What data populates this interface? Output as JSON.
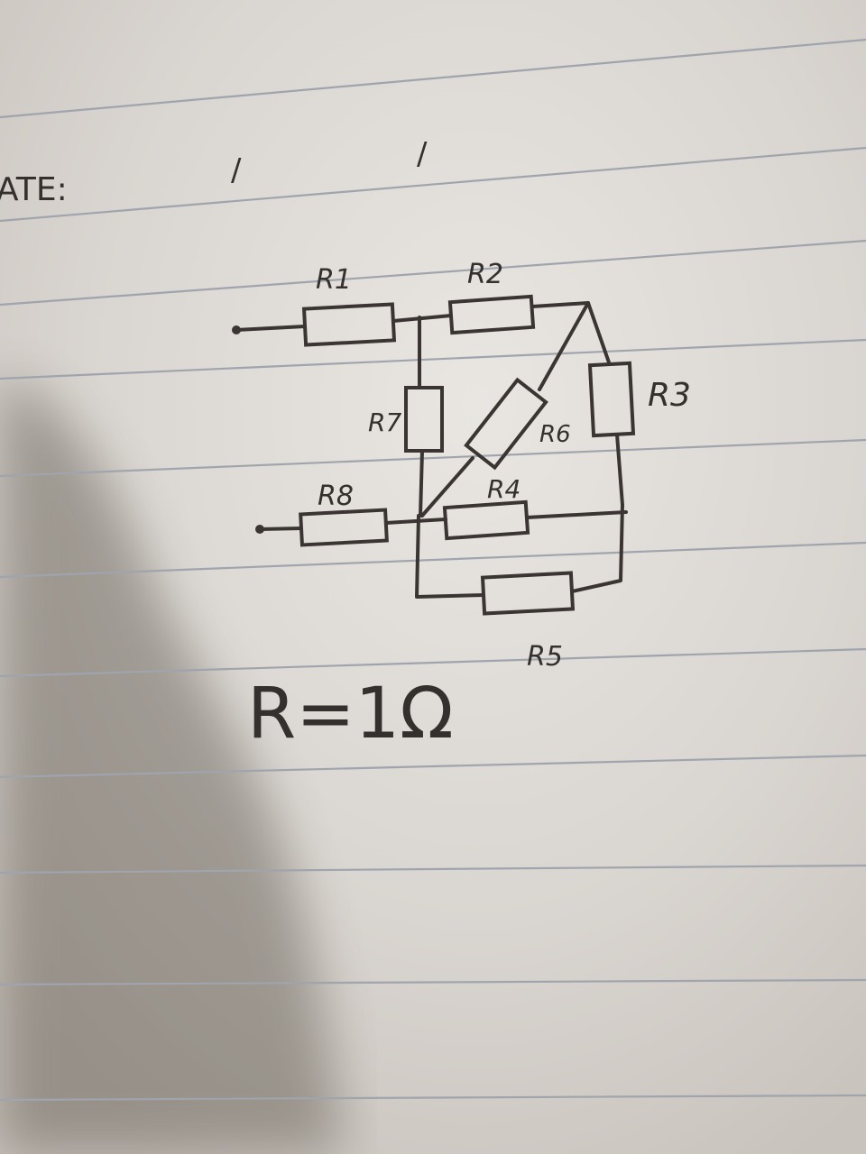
{
  "header": {
    "date_label": "ATE:",
    "date_separators": [
      "/",
      "/"
    ]
  },
  "circuit": {
    "resistors": [
      "R1",
      "R2",
      "R3",
      "R4",
      "R5",
      "R6",
      "R7",
      "R8"
    ]
  },
  "given": "R=1Ω",
  "colors": {
    "paper": "#dedad6",
    "ink": "#34302d",
    "ruled_line": "#9fa4ad",
    "shadow": "#5a5248"
  }
}
